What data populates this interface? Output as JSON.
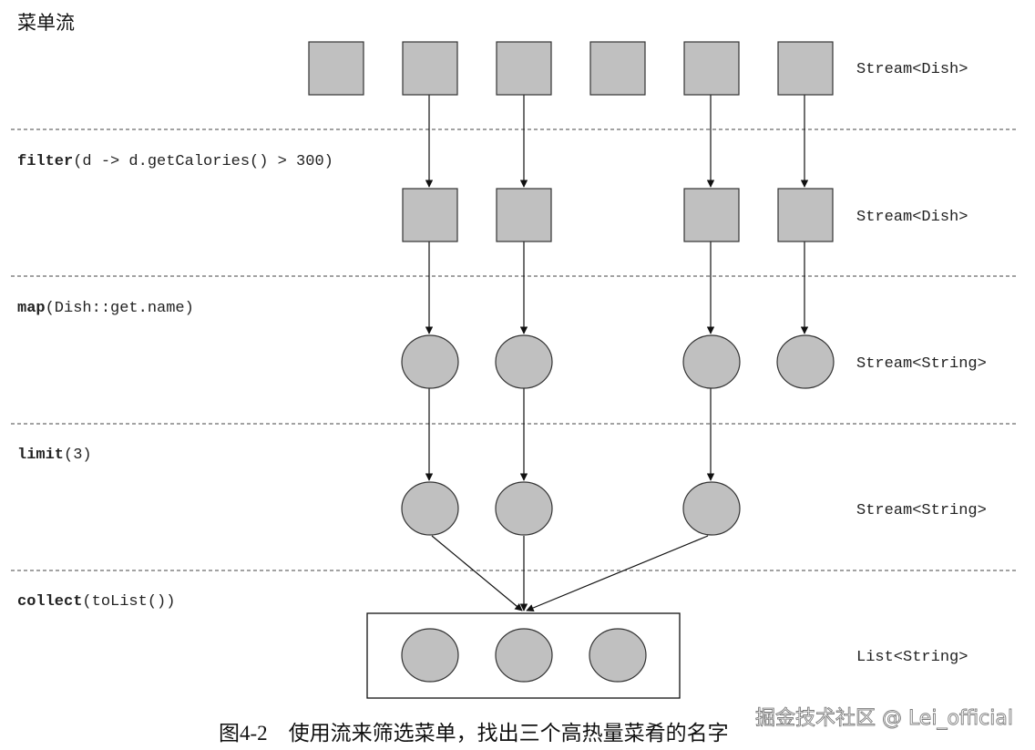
{
  "header": {
    "title": "菜单流"
  },
  "stages": [
    {
      "op": "",
      "args": "",
      "type": "Stream<Dish>"
    },
    {
      "op": "filter",
      "args": "(d -> d.getCalories() > 300)",
      "type": "Stream<Dish>"
    },
    {
      "op": "map",
      "args": "(Dish::get.name)",
      "type": "Stream<String>"
    },
    {
      "op": "limit",
      "args": "(3)",
      "type": "Stream<String>"
    },
    {
      "op": "collect",
      "args": "(toList())",
      "type": "List<String>"
    }
  ],
  "colors": {
    "shape_fill": "#c0c0c0",
    "stroke": "#333333",
    "divider": "#444444"
  },
  "caption": "图4-2　使用流来筛选菜单，找出三个高热量菜肴的名字",
  "watermark": "掘金技术社区 @ Lei_official"
}
